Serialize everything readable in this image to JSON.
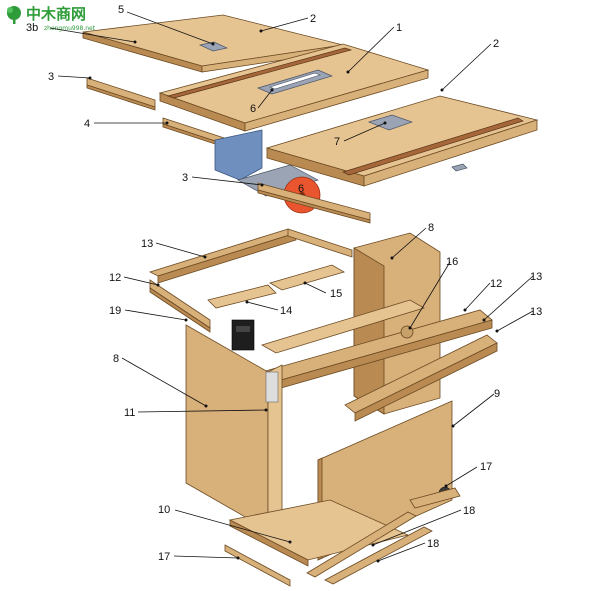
{
  "logo": {
    "title": "中木商网",
    "subtitle": "zhongmu998.net"
  },
  "labels": {
    "l1": "1",
    "l2a": "2",
    "l2b": "2",
    "l3a": "3",
    "l3b": "3",
    "l3c": "3b",
    "l4": "4",
    "l5": "5",
    "l6a": "6",
    "l6b": "6",
    "l7": "7",
    "l8a": "8",
    "l8b": "8",
    "l9": "9",
    "l10": "10",
    "l11": "11",
    "l12a": "12",
    "l12b": "12",
    "l13a": "13",
    "l13b": "13",
    "l13c": "13",
    "l14": "14",
    "l15": "15",
    "l16": "16",
    "l17a": "17",
    "l17b": "17",
    "l18a": "18",
    "l18b": "18",
    "l19": "19"
  },
  "colors": {
    "wood": "#d8b07a",
    "rail": "#a5673a",
    "blade": "#e8552e",
    "motor_bracket": "#6f8fbf",
    "logo": "#2f9c3a"
  }
}
